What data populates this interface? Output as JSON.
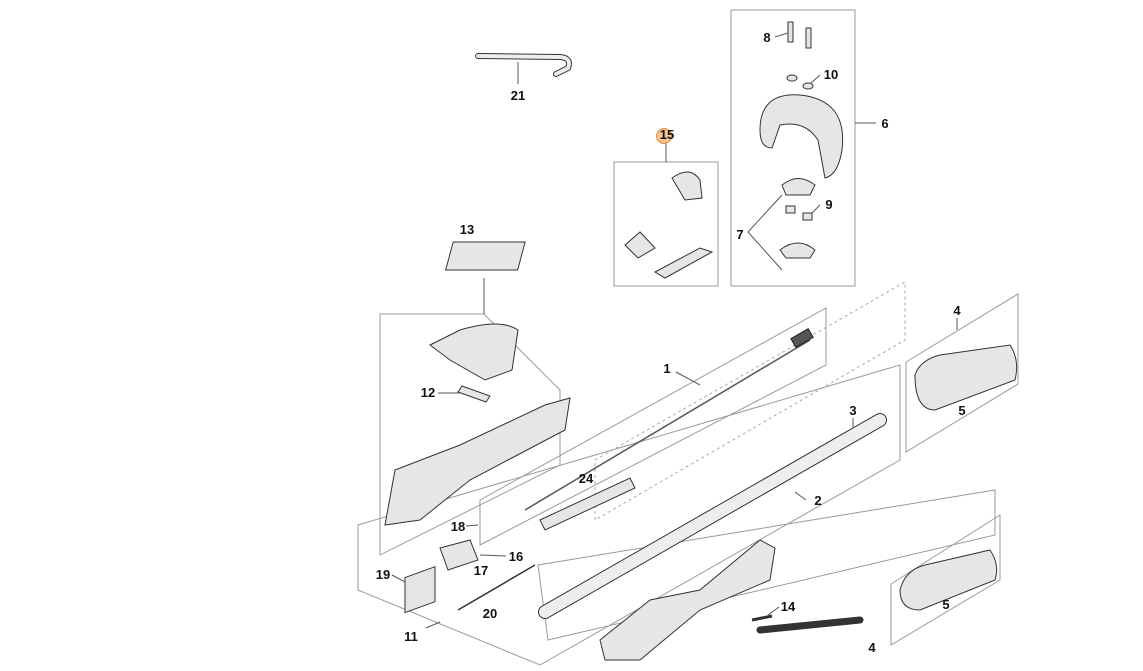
{
  "diagram": {
    "title": "Parts diagram",
    "highlighted_callout": "15",
    "highlight_color": "#f4a460",
    "callouts": [
      "21",
      "8",
      "10",
      "6",
      "15",
      "9",
      "7",
      "13",
      "4",
      "1",
      "12",
      "3",
      "5",
      "2",
      "24",
      "18",
      "16",
      "17",
      "19",
      "20",
      "14",
      "11",
      "5",
      "4"
    ]
  }
}
